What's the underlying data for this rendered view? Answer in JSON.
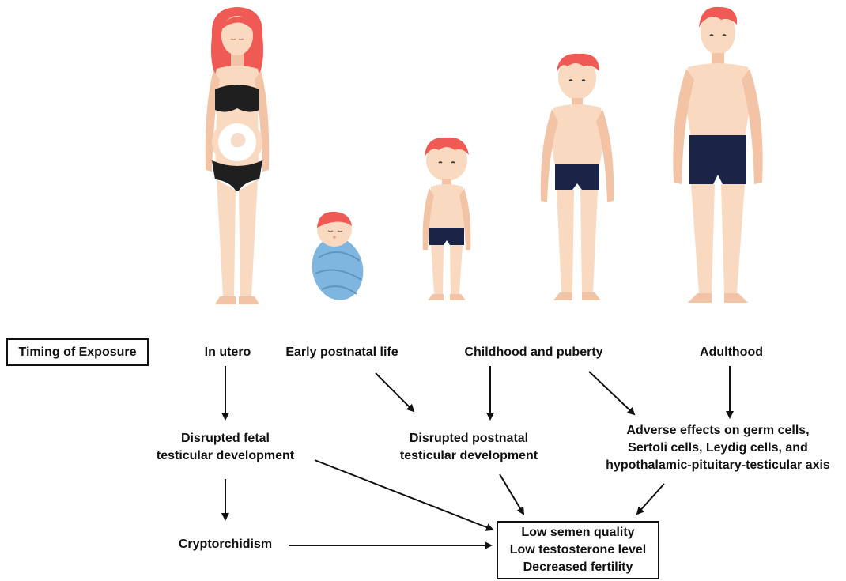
{
  "timing_label": "Timing  of Exposure",
  "stages": {
    "in_utero": "In utero",
    "early_postnatal": "Early postnatal life",
    "childhood": "Childhood and puberty",
    "adulthood": "Adulthood"
  },
  "effects": {
    "fetal": [
      "Disrupted fetal",
      "testicular development"
    ],
    "postnatal": [
      "Disrupted postnatal",
      "testicular development"
    ],
    "adverse": [
      "Adverse effects on germ cells,",
      "Sertoli cells, Leydig cells, and",
      "hypothalamic-pituitary-testicular axis"
    ],
    "cryptorchidism": "Cryptorchidism"
  },
  "outcomes": [
    "Low semen quality",
    "Low testosterone level",
    "Decreased fertility"
  ],
  "colors": {
    "skin": "#fad9c1",
    "skin_shade": "#f2c3a5",
    "hair": "#ef5a55",
    "underwear_dark": "#1a2447",
    "bra": "#1f1f1f",
    "blanket": "#7fb6df",
    "arrow": "#111111"
  },
  "figures": [
    "pregnant-woman-figure",
    "swaddled-baby-figure",
    "young-child-figure",
    "boy-figure",
    "adult-man-figure"
  ]
}
